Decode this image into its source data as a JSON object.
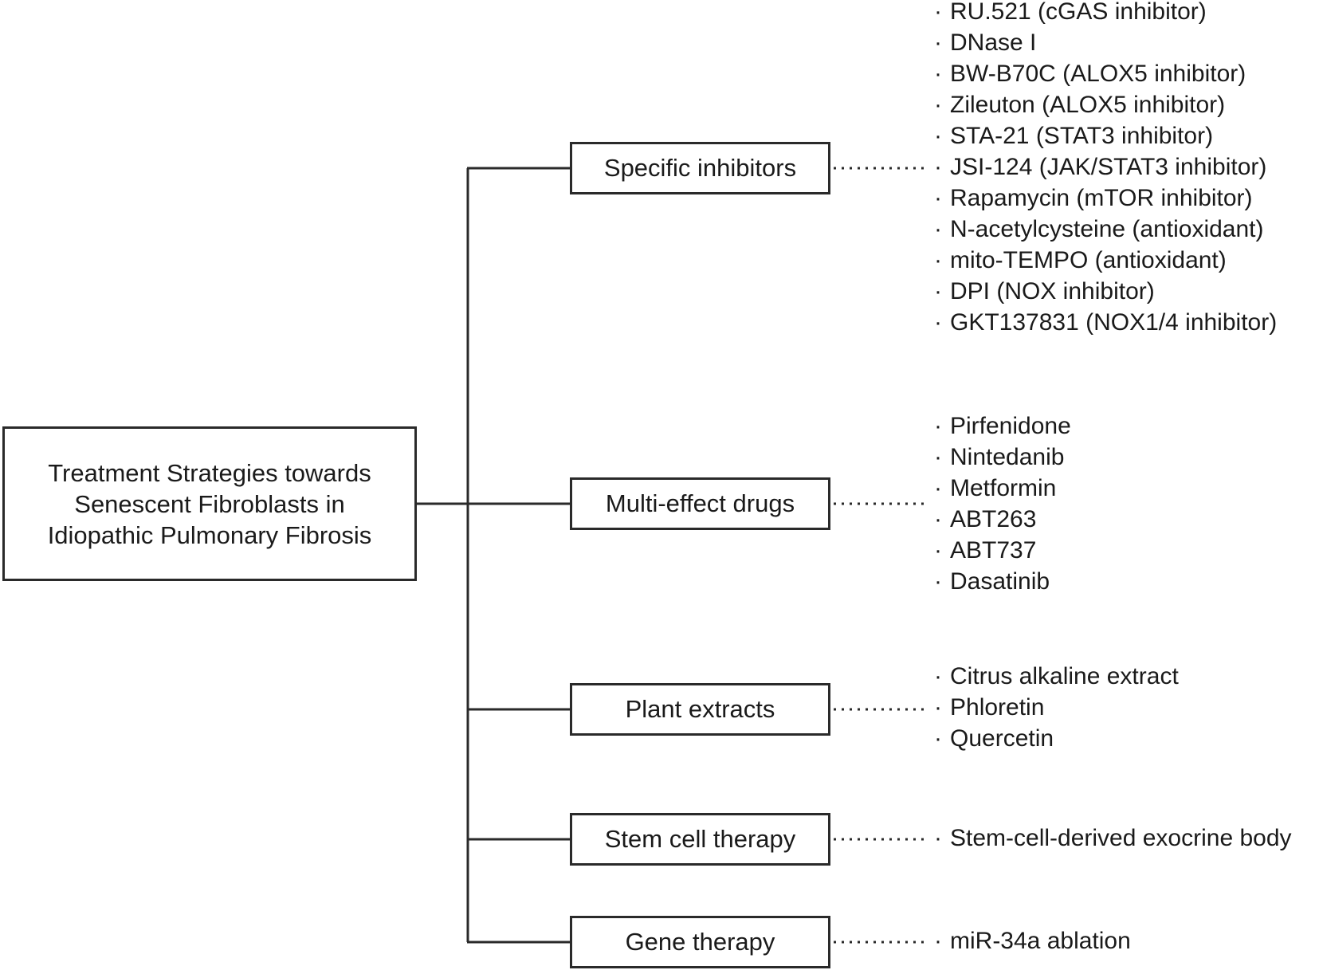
{
  "root": {
    "lines": [
      "Treatment Strategies towards",
      "Senescent Fibroblasts in",
      "Idiopathic Pulmonary Fibrosis"
    ]
  },
  "categories": [
    {
      "label": "Specific inhibitors",
      "items": [
        "RU.521 (cGAS inhibitor)",
        "DNase I",
        "BW-B70C (ALOX5 inhibitor)",
        "Zileuton (ALOX5 inhibitor)",
        "STA-21 (STAT3 inhibitor)",
        "JSI-124 (JAK/STAT3 inhibitor)",
        "Rapamycin (mTOR inhibitor)",
        "N-acetylcysteine (antioxidant)",
        "mito-TEMPO (antioxidant)",
        "DPI (NOX inhibitor)",
        "GKT137831 (NOX1/4 inhibitor)"
      ]
    },
    {
      "label": "Multi-effect drugs",
      "items": [
        "Pirfenidone",
        "Nintedanib",
        "Metformin",
        "ABT263",
        "ABT737",
        "Dasatinib"
      ]
    },
    {
      "label": "Plant extracts",
      "items": [
        "Citrus alkaline extract",
        "Phloretin",
        "Quercetin"
      ]
    },
    {
      "label": "Stem cell therapy",
      "items": [
        "Stem-cell-derived exocrine body"
      ]
    },
    {
      "label": "Gene therapy",
      "items": [
        "miR-34a ablation"
      ]
    }
  ],
  "bullet": "·",
  "colors": {
    "line": "#2a2a2a",
    "text": "#1a1a1a",
    "background": "#ffffff"
  }
}
